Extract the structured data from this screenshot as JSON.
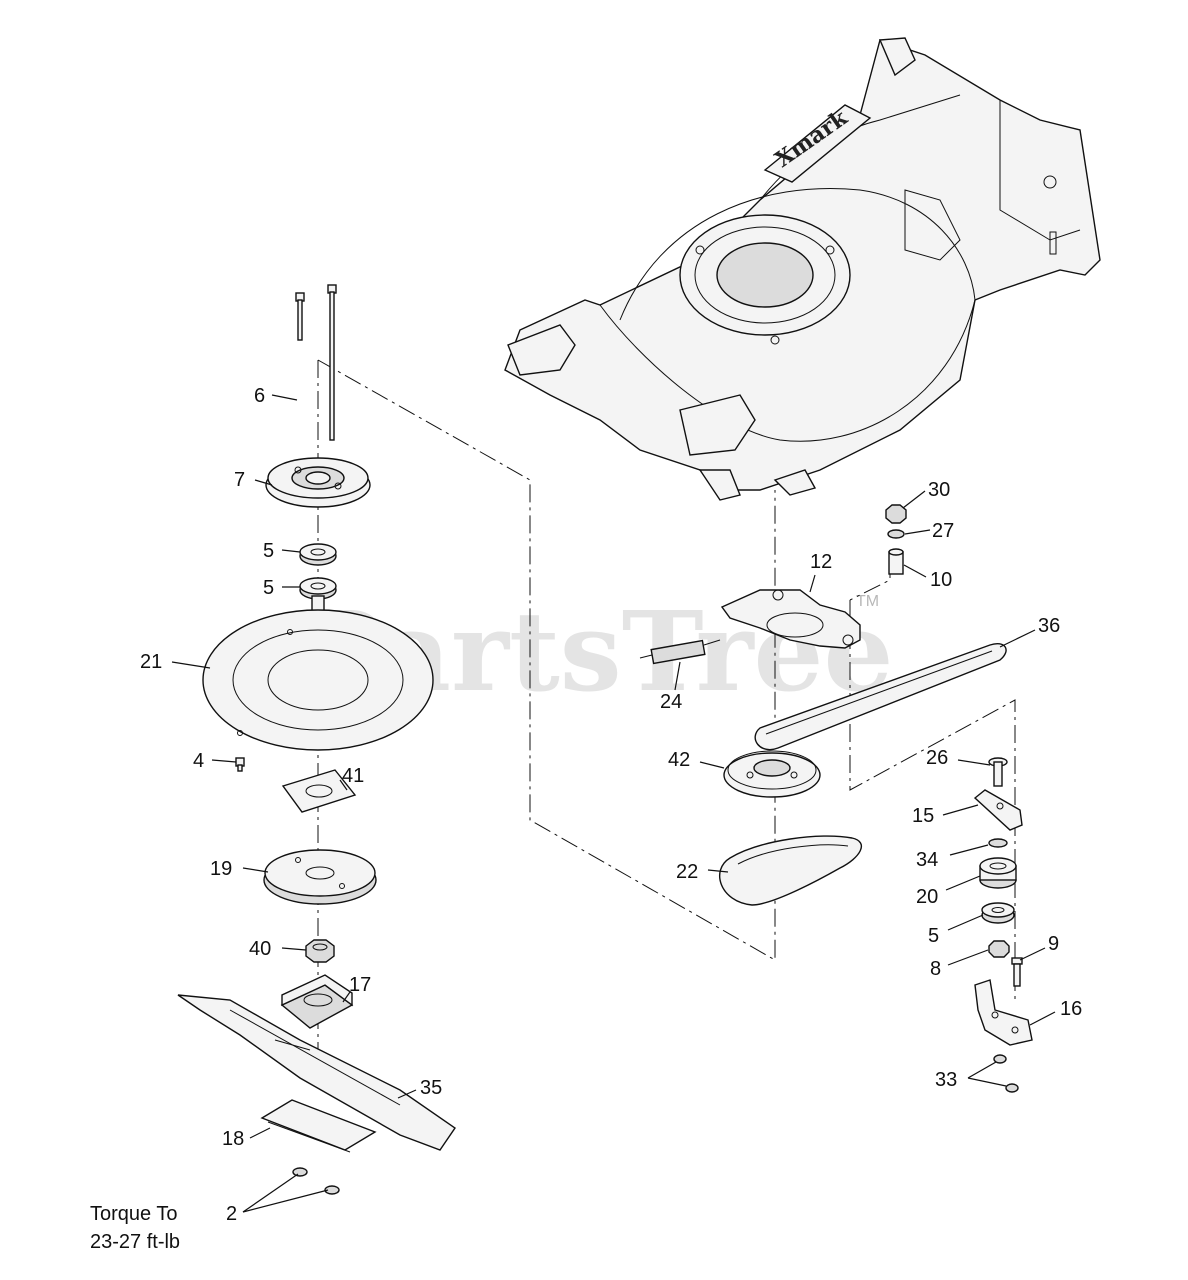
{
  "diagram": {
    "watermark": "PartsTree",
    "watermark_mark": "TM",
    "deck_logo": "Xmark",
    "torque_note": {
      "line1": "Torque To",
      "line2": "23-27 ft-lb"
    },
    "callouts": {
      "c6": "6",
      "c7": "7",
      "c5a": "5",
      "c5b": "5",
      "c21": "21",
      "c4": "4",
      "c41": "41",
      "c19": "19",
      "c40": "40",
      "c17": "17",
      "c35": "35",
      "c18": "18",
      "c2": "2",
      "c30": "30",
      "c27": "27",
      "c10": "10",
      "c12": "12",
      "c36": "36",
      "c24": "24",
      "c42": "42",
      "c22": "22",
      "c26": "26",
      "c15": "15",
      "c34": "34",
      "c20": "20",
      "c5c": "5",
      "c9": "9",
      "c8": "8",
      "c16": "16",
      "c33": "33"
    }
  }
}
